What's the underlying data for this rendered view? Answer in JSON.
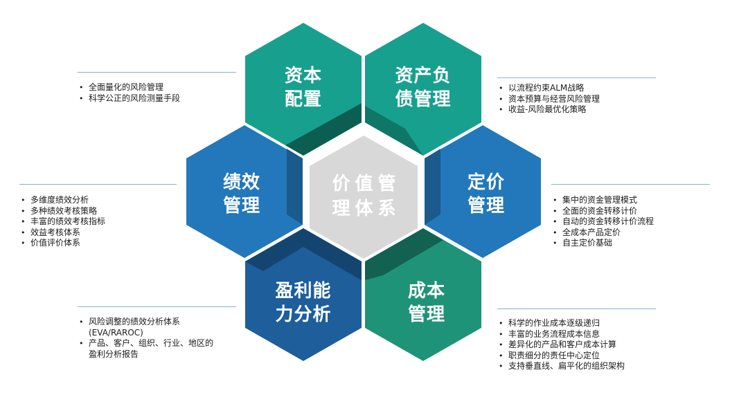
{
  "center": {
    "lines": [
      "价值管",
      "理体系"
    ]
  },
  "hexes": {
    "capital": {
      "lines": [
        "资本",
        "配置"
      ]
    },
    "alm": {
      "lines": [
        "资产负",
        "债管理"
      ]
    },
    "performance": {
      "lines": [
        "绩效",
        "管理"
      ]
    },
    "pricing": {
      "lines": [
        "定价",
        "管理"
      ]
    },
    "profit": {
      "lines": [
        "盈利能",
        "力分析"
      ]
    },
    "cost": {
      "lines": [
        "成本",
        "管理"
      ]
    }
  },
  "notes": {
    "capital": [
      "全面量化的风险管理",
      "科学公正的风险测量手段"
    ],
    "alm": [
      "以流程约束ALM战略",
      "资本预算与经营风险管理",
      "收益-风险最优化策略"
    ],
    "performance": [
      "多维度绩效分析",
      "多种绩效考核策略",
      "丰富的绩效考核指标",
      "效益考核体系",
      "价值评价体系"
    ],
    "pricing": [
      "集中的资金管理模式",
      "全面的资金转移计价",
      "自动的资金转移计价流程",
      "全成本产品定价",
      "自主定价基础"
    ],
    "profit": [
      "风险调整的绩效分析体系",
      "(EVA/RAROC)",
      "产品、客户、组织、行业、地区的",
      "盈利分析报告"
    ],
    "cost": [
      "科学的作业成本逐级递归",
      "丰富的业务流程成本信息",
      "差异化的产品和客户成本计算",
      "职责细分的责任中心定位",
      "支持垂直线、扁平化的组织架构"
    ]
  },
  "colors": {
    "teal": "#18a08f",
    "teal_dark": "#0c5e52",
    "blue": "#2278ba",
    "blue_dark": "#1a5a8c",
    "navy": "#1d5e9b",
    "navy_dark": "#144570",
    "green": "#1f9378",
    "green_dark": "#136150",
    "center": "#d8d8d8",
    "rule": "#7fb7c3"
  }
}
